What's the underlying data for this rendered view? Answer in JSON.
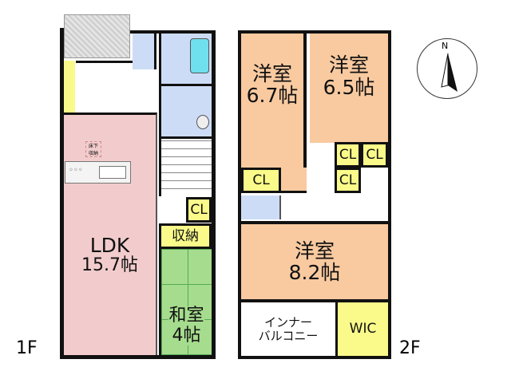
{
  "floor1": {
    "label": "1F",
    "rooms": {
      "ldk": {
        "name": "LDK",
        "size": "15.7帖"
      },
      "underfloor_storage": "床下\n収納",
      "closet": "CL",
      "storage": "収納",
      "washitsu": {
        "name": "和室",
        "size": "4帖"
      }
    }
  },
  "floor2": {
    "label": "2F",
    "rooms": {
      "room_a": {
        "name": "洋室",
        "size": "6.7帖"
      },
      "room_b": {
        "name": "洋室",
        "size": "6.5帖"
      },
      "room_c": {
        "name": "洋室",
        "size": "8.2帖"
      },
      "closet_labels": [
        "CL",
        "CL",
        "CL",
        "CL"
      ],
      "inner_balcony": {
        "line1": "インナー",
        "line2": "バルコニー"
      },
      "wic": "WIC"
    }
  },
  "compass": {
    "north": "N"
  },
  "colors": {
    "ldk": "#f2cccc",
    "western_room": "#f9caa0",
    "closet": "#fafa8a",
    "tatami": "#a6dc8e",
    "wet_area": "#cddcf6"
  }
}
